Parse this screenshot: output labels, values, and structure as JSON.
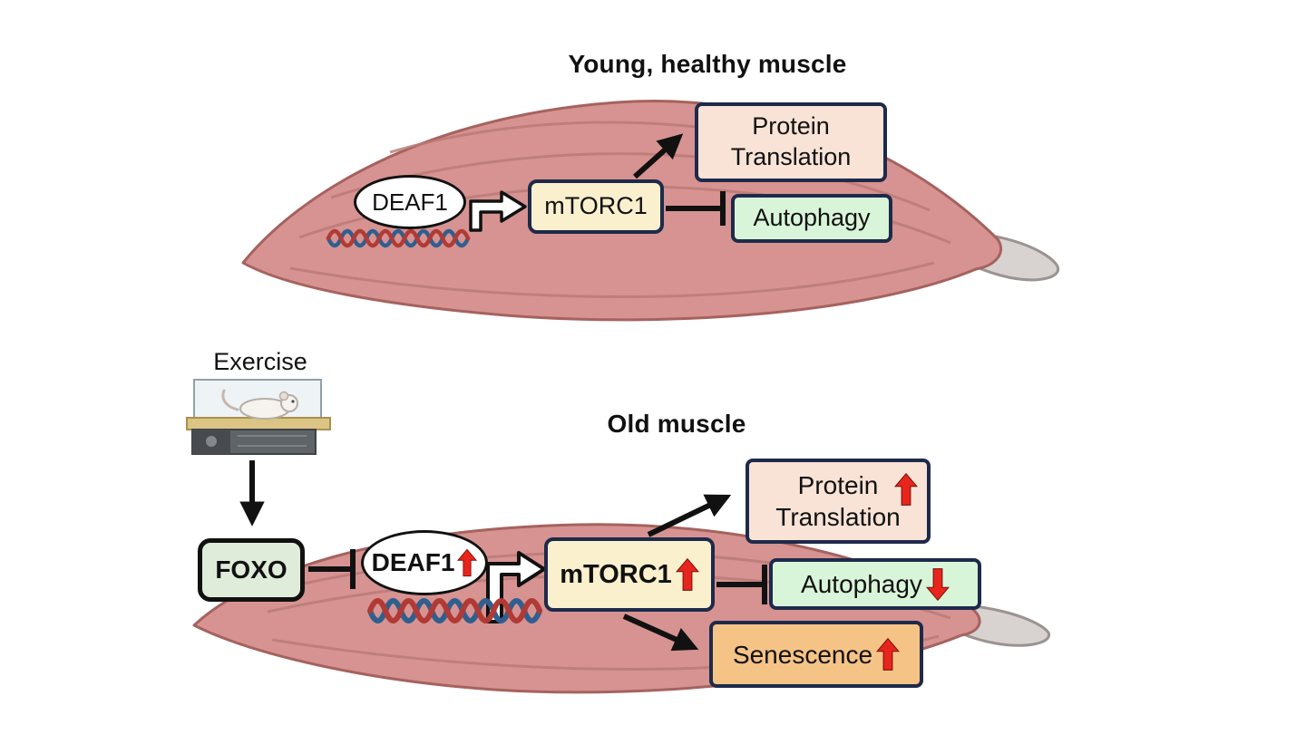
{
  "diagram": {
    "young_panel": {
      "title": "Young, healthy muscle",
      "deaf1": "DEAF1",
      "mtorc1": "mTORC1",
      "protein_translation_line1": "Protein",
      "protein_translation_line2": "Translation",
      "autophagy": "Autophagy",
      "edges": [
        {
          "from": "DEAF1",
          "to": "mTORC1",
          "type": "transcriptional-activation"
        },
        {
          "from": "mTORC1",
          "to": "Protein Translation",
          "type": "activation"
        },
        {
          "from": "mTORC1",
          "to": "Autophagy",
          "type": "inhibition"
        }
      ]
    },
    "old_panel": {
      "title": "Old muscle",
      "exercise": "Exercise",
      "foxo": "FOXO",
      "deaf1": "DEAF1",
      "deaf1_change": "increase",
      "mtorc1": "mTORC1",
      "mtorc1_change": "increase",
      "protein_translation_line1": "Protein",
      "protein_translation_line2": "Translation",
      "protein_translation_change": "increase",
      "autophagy": "Autophagy",
      "autophagy_change": "decrease",
      "senescence": "Senescence",
      "senescence_change": "increase",
      "edges": [
        {
          "from": "Exercise",
          "to": "FOXO",
          "type": "activation"
        },
        {
          "from": "FOXO",
          "to": "DEAF1",
          "type": "inhibition"
        },
        {
          "from": "DEAF1",
          "to": "mTORC1",
          "type": "transcriptional-activation"
        },
        {
          "from": "mTORC1",
          "to": "Protein Translation",
          "type": "activation"
        },
        {
          "from": "mTORC1",
          "to": "Autophagy",
          "type": "inhibition"
        },
        {
          "from": "mTORC1",
          "to": "Senescence",
          "type": "activation"
        }
      ]
    },
    "colors": {
      "muscle_pink": "#d69391",
      "muscle_stripe": "#b97a78",
      "tendon_gray": "#d8d3d1",
      "box_navy_border": "#1e2a4a",
      "mtorc1_fill": "#faf0cd",
      "protein_fill": "#f8e3d6",
      "autophagy_fill": "#d9f5d9",
      "senescence_fill": "#f6c387",
      "foxo_fill": "#dfecd9",
      "increase_red": "#e8251d",
      "dna_red": "#b03a35",
      "dna_blue": "#2f5f8f"
    }
  }
}
